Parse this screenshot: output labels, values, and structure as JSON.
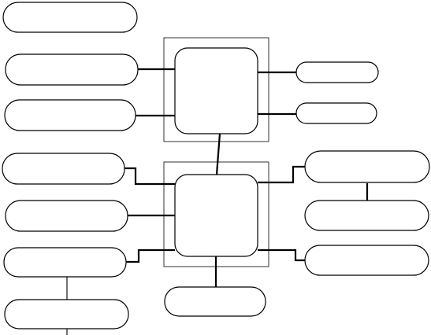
{
  "diagram": {
    "type": "block-diagram",
    "labels_visible": false,
    "nodes": [
      {
        "id": "left-1",
        "shape": "ellipse-box",
        "text": ""
      },
      {
        "id": "left-2",
        "shape": "ellipse-box",
        "text": ""
      },
      {
        "id": "left-3",
        "shape": "ellipse-box",
        "text": ""
      },
      {
        "id": "left-4",
        "shape": "ellipse-box",
        "text": ""
      },
      {
        "id": "left-5",
        "shape": "ellipse-box",
        "text": ""
      },
      {
        "id": "left-6",
        "shape": "ellipse-box",
        "text": ""
      },
      {
        "id": "left-7",
        "shape": "ellipse-box",
        "text": ""
      },
      {
        "id": "hub-top",
        "shape": "rounded-square",
        "text": ""
      },
      {
        "id": "hub-bottom",
        "shape": "rounded-square",
        "text": ""
      },
      {
        "id": "right-1",
        "shape": "ellipse-box",
        "text": ""
      },
      {
        "id": "right-2",
        "shape": "ellipse-box",
        "text": ""
      },
      {
        "id": "right-3",
        "shape": "ellipse-box",
        "text": ""
      },
      {
        "id": "right-4",
        "shape": "ellipse-box",
        "text": ""
      },
      {
        "id": "right-5",
        "shape": "ellipse-box",
        "text": ""
      },
      {
        "id": "bottom-center",
        "shape": "ellipse-box",
        "text": ""
      }
    ],
    "edges": [
      {
        "from": "left-2",
        "to": "hub-top"
      },
      {
        "from": "left-3",
        "to": "hub-top"
      },
      {
        "from": "hub-top",
        "to": "right-1"
      },
      {
        "from": "hub-top",
        "to": "right-2"
      },
      {
        "from": "hub-top",
        "to": "hub-bottom"
      },
      {
        "from": "left-4",
        "to": "hub-bottom"
      },
      {
        "from": "left-5",
        "to": "hub-bottom"
      },
      {
        "from": "left-6",
        "to": "hub-bottom"
      },
      {
        "from": "hub-bottom",
        "to": "right-3"
      },
      {
        "from": "hub-bottom",
        "to": "right-5"
      },
      {
        "from": "right-3",
        "to": "right-4"
      },
      {
        "from": "hub-bottom",
        "to": "bottom-center"
      },
      {
        "from": "left-6",
        "to": "left-7"
      }
    ],
    "colors": {
      "stroke": "#000000",
      "fill": "#ffffff",
      "background": "#ffffff"
    }
  }
}
